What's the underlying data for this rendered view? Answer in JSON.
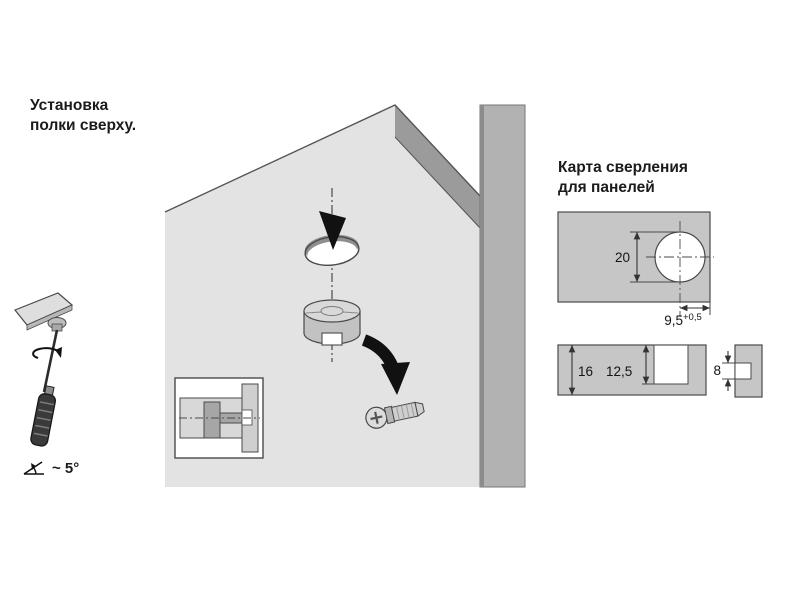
{
  "captions": {
    "install": {
      "line1": "Установка",
      "line2": "полки сверху."
    },
    "drill_map": {
      "line1": "Карта сверления",
      "line2": "для панелей"
    }
  },
  "angle_note": {
    "value": "~ 5°"
  },
  "dimensions": {
    "hole_diameter": "20",
    "edge_distance": "9,5",
    "edge_distance_tolerance": "+0,5",
    "panel_thickness": "16",
    "drill_depth": "12,5",
    "side_hole": "8"
  },
  "icons": {
    "angle": "angle-icon",
    "insert_arrow": "insertion-arrow",
    "rotation_arrow": "rotation-arrow"
  },
  "colors": {
    "background": "#ffffff",
    "panel_light": "#e3e3e3",
    "panel_edge_dark": "#9b9b9b",
    "side_panel": "#b2b2b2",
    "drill_map_panel": "#c6c6c6",
    "outline": "#4a4a4a",
    "arrow_black": "#111111"
  }
}
